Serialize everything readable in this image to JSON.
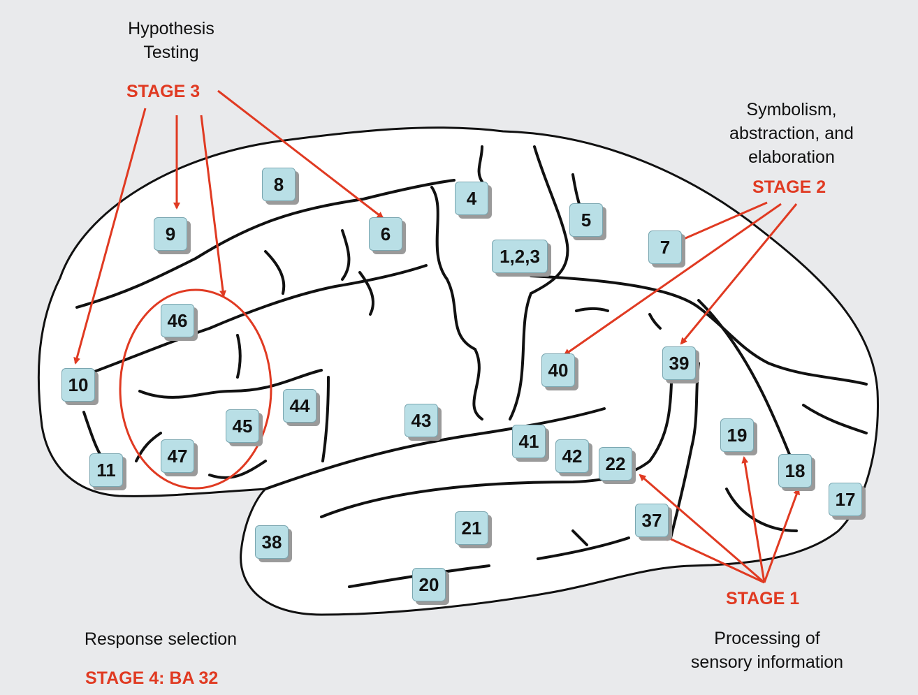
{
  "captions": {
    "stage3_title_line1": "Hypothesis",
    "stage3_title_line2": "Testing",
    "stage2_title_line1": "Symbolism,",
    "stage2_title_line2": "abstraction, and",
    "stage2_title_line3": "elaboration",
    "stage4_title": "Response selection",
    "stage1_title_line1": "Processing of",
    "stage1_title_line2": "sensory information"
  },
  "stages": {
    "stage1": "STAGE 1",
    "stage2": "STAGE 2",
    "stage3": "STAGE 3",
    "stage4": "STAGE 4: BA 32"
  },
  "areas": {
    "a8": "8",
    "a4": "4",
    "a9": "9",
    "a6": "6",
    "a5": "5",
    "a123": "1,2,3",
    "a7": "7",
    "a46": "46",
    "a10": "10",
    "a40": "40",
    "a39": "39",
    "a44": "44",
    "a43": "43",
    "a45": "45",
    "a41": "41",
    "a19": "19",
    "a47": "47",
    "a42": "42",
    "a22": "22",
    "a11": "11",
    "a18": "18",
    "a17": "17",
    "a37": "37",
    "a21": "21",
    "a38": "38",
    "a20": "20"
  },
  "colors": {
    "background": "#e9eaec",
    "stage_red": "#e03a22",
    "box_fill": "#b9dfe6",
    "brain_fill": "#ffffff",
    "sulcus": "#111111"
  }
}
